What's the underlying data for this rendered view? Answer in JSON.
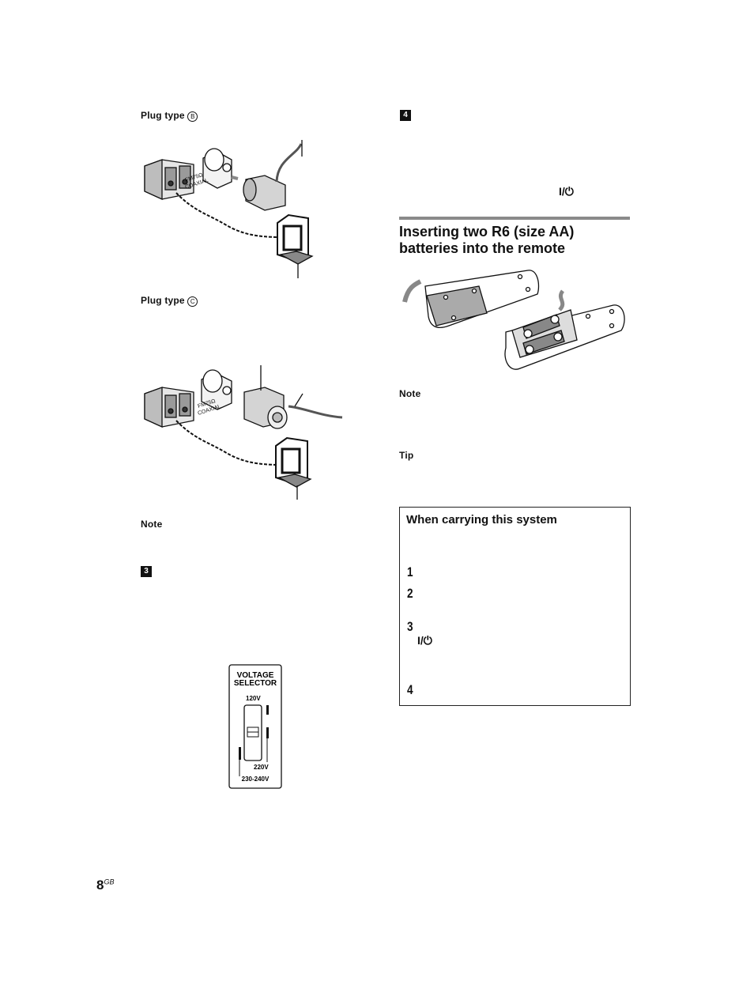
{
  "left": {
    "plug_b_label": "Plug type",
    "plug_b_marker": "B",
    "plug_c_label": "Plug type",
    "plug_c_marker": "C",
    "coax_text_1": "FM75Ω",
    "coax_text_2": "COAXIAL",
    "note_label": "Note",
    "step3": "3",
    "voltage": {
      "title_1": "VOLTAGE",
      "title_2": "SELECTOR",
      "v120": "120V",
      "v220": "220V",
      "v230": "230-240V"
    }
  },
  "right": {
    "step4": "4",
    "power_symbol": "I/⏻",
    "section_title_1": "Inserting two R6 (size AA)",
    "section_title_2": "batteries into the remote",
    "note_label": "Note",
    "tip_label": "Tip",
    "box": {
      "title": "When carrying this system",
      "step1": "1",
      "step2": "2",
      "step3": "3",
      "power_symbol": "I/⏻",
      "step4": "4"
    }
  },
  "footer": {
    "page_number": "8",
    "page_suffix": "GB"
  }
}
